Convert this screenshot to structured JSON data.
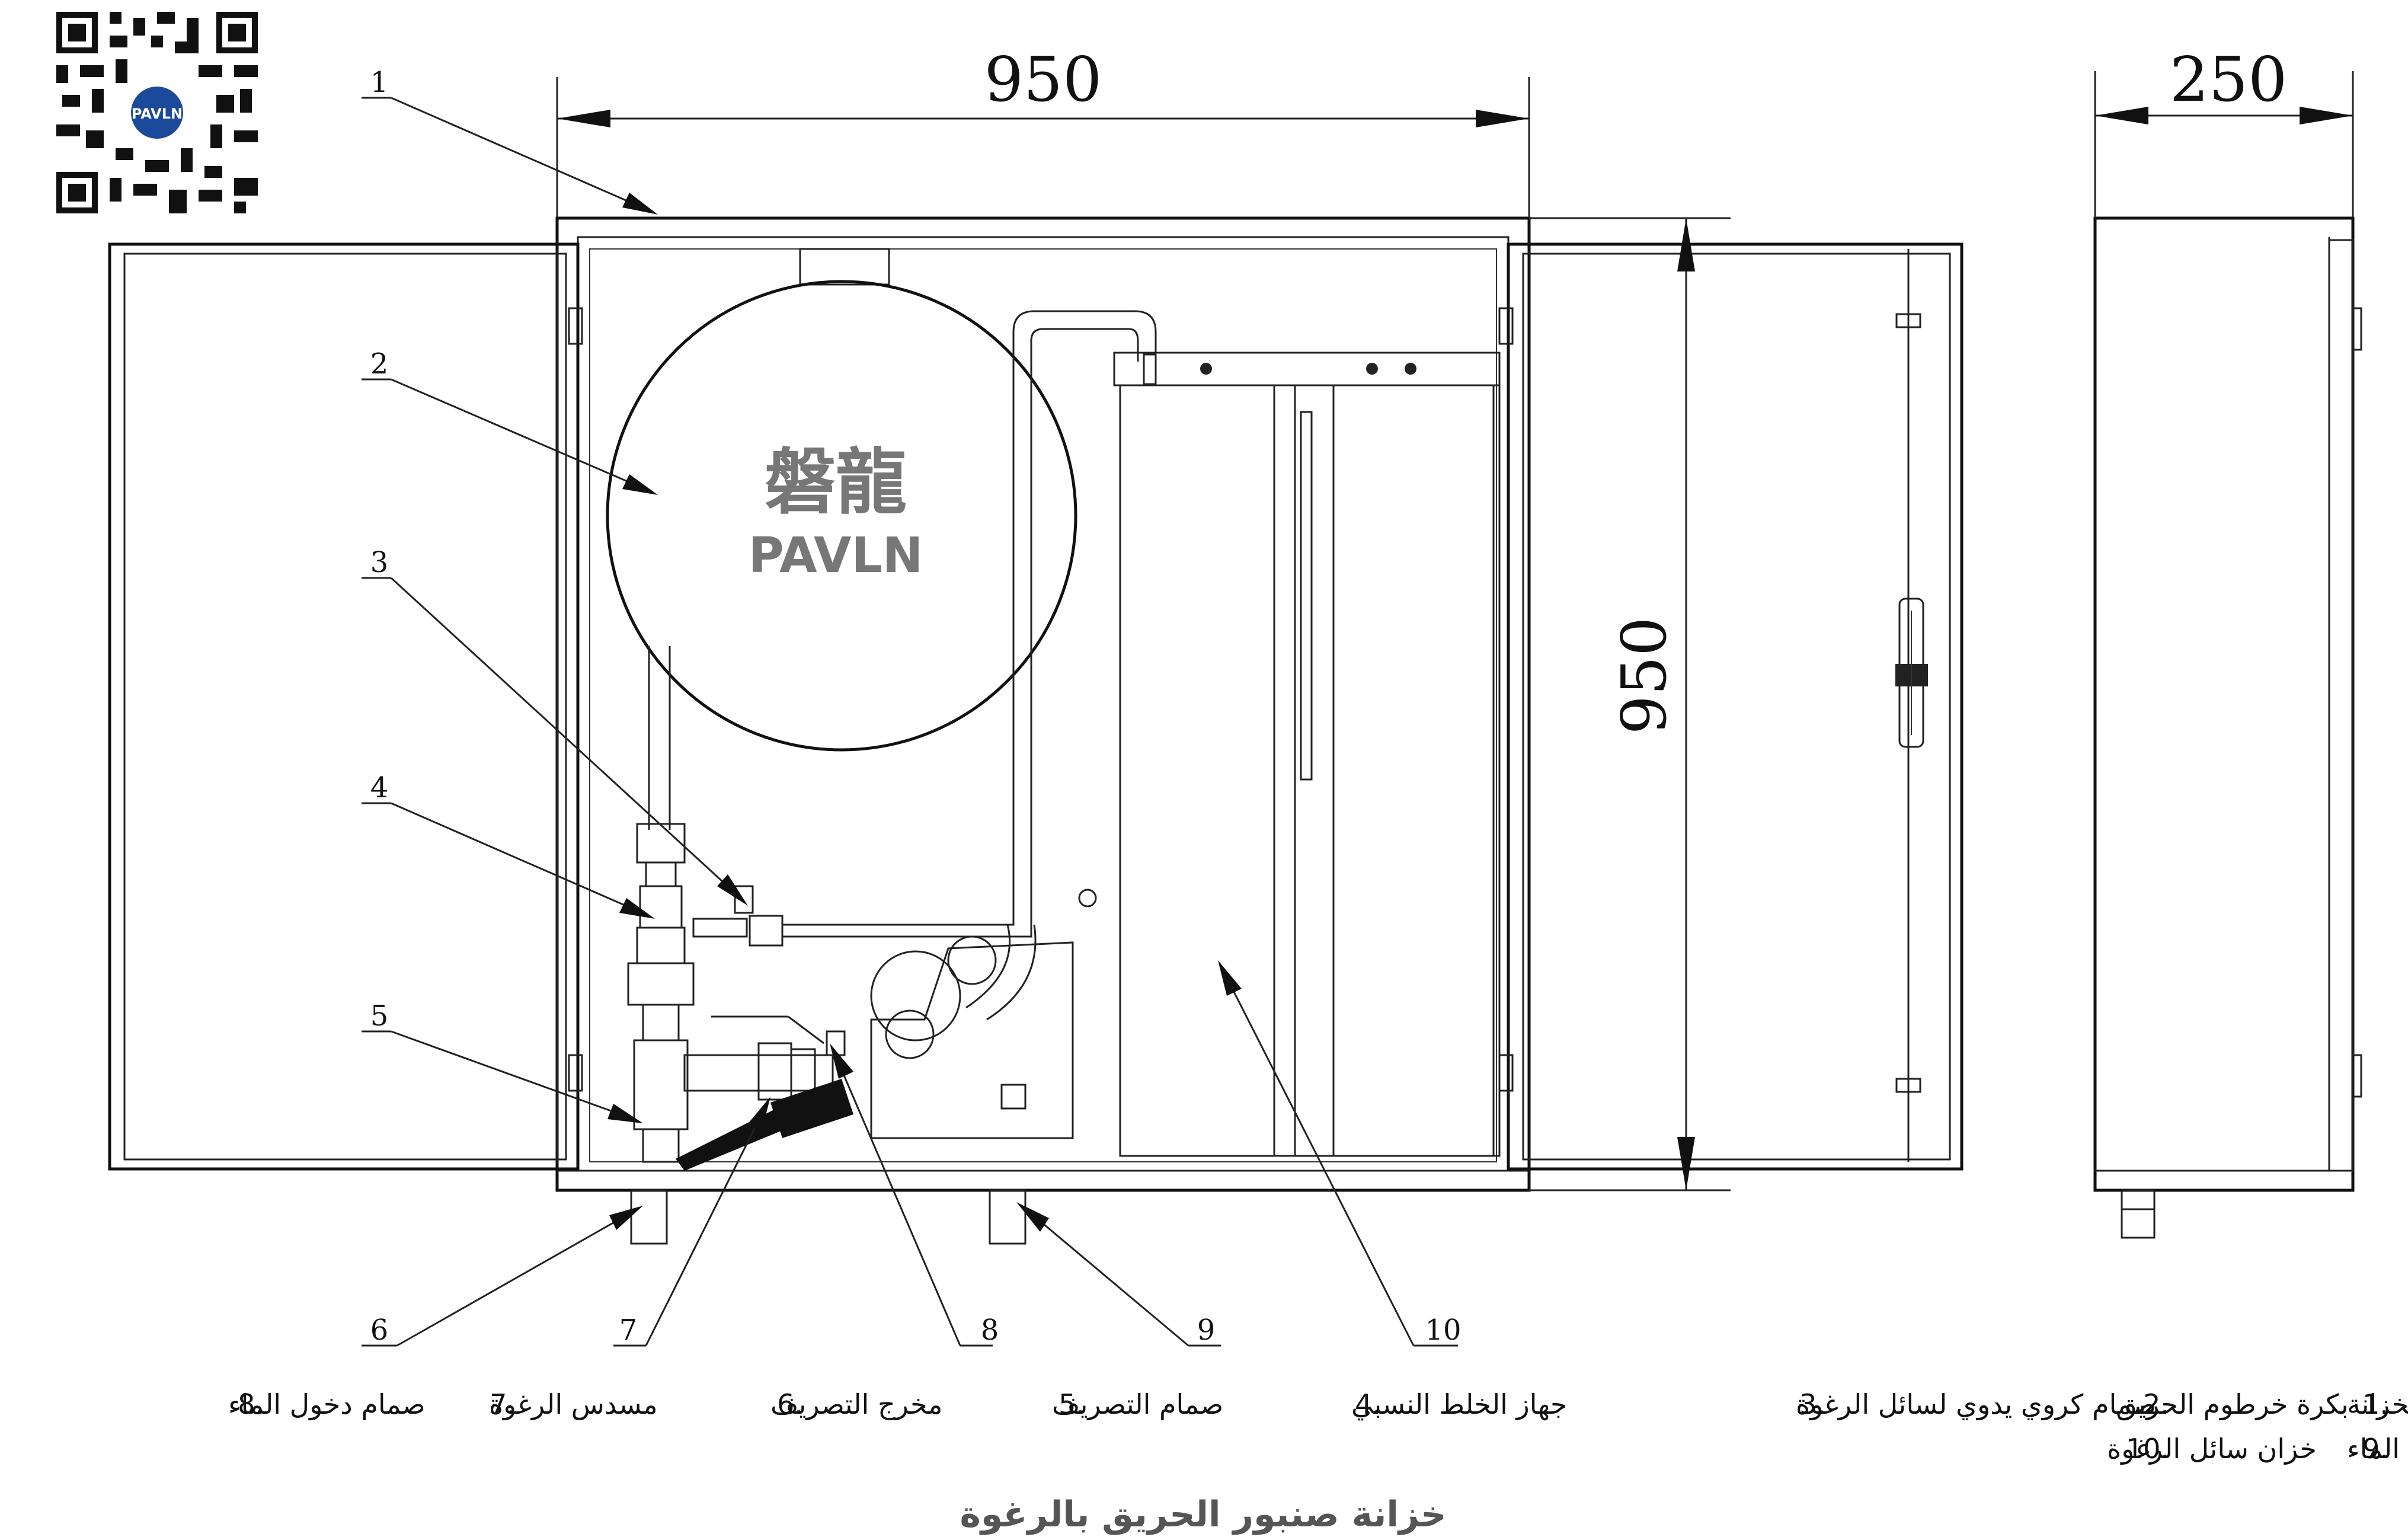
{
  "dimensions": {
    "width": "950",
    "height": "950",
    "depth": "250"
  },
  "logo": {
    "chinese": "磐龍",
    "latin": "PAVLN",
    "qr_badge": "PAVLN"
  },
  "callouts": [
    "1",
    "2",
    "3",
    "4",
    "5",
    "6",
    "7",
    "8",
    "9",
    "10"
  ],
  "legend": [
    {
      "num": "1.",
      "label": "الخزانة"
    },
    {
      "num": "2.",
      "label": "بكرة خرطوم الحريق"
    },
    {
      "num": "3.",
      "label": "صمام كروي يدوي لسائل الرغوة"
    },
    {
      "num": "4.",
      "label": "جهاز الخلط النسبي"
    },
    {
      "num": "5.",
      "label": "صمام التصريف"
    },
    {
      "num": "6.",
      "label": "مخرج التصريف"
    },
    {
      "num": "7.",
      "label": "مسدس الرغوة"
    },
    {
      "num": "8.",
      "label": "صمام دخول الماء"
    },
    {
      "num": "9.",
      "label": "مدخل الماء"
    },
    {
      "num": "10.",
      "label": "خزان سائل الرغوة"
    }
  ],
  "title": "خزانة صنبور الحريق بالرغوة"
}
